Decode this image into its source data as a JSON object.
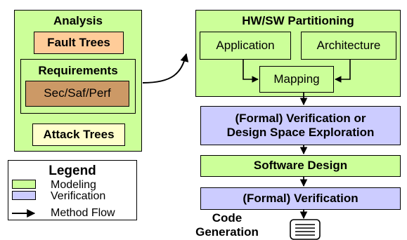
{
  "analysis": {
    "title": "Analysis",
    "fault_trees": "Fault Trees",
    "requirements": "Requirements",
    "sec_saf_perf": "Sec/Saf/Perf",
    "attack_trees": "Attack Trees"
  },
  "partitioning": {
    "title": "HW/SW Partitioning",
    "application": "Application",
    "architecture": "Architecture",
    "mapping": "Mapping"
  },
  "flow": {
    "verification_dse_line1": "(Formal) Verification or",
    "verification_dse_line2": "Design Space Exploration",
    "software_design": "Software Design",
    "formal_verification": "(Formal) Verification",
    "code_generation_line1": "Code",
    "code_generation_line2": "Generation"
  },
  "legend": {
    "title": "Legend",
    "items": [
      {
        "label": "Modeling",
        "color": "#ccff99"
      },
      {
        "label": "Verification",
        "color": "#ccccff"
      },
      {
        "label": "Method Flow"
      }
    ]
  },
  "colors": {
    "modeling": "#ccff99",
    "verification": "#ccccff",
    "fault_trees": "#ffcc99",
    "sec_saf_perf": "#cc9966",
    "attack_trees": "#ffffcc"
  },
  "icons": {
    "code_generation": "document-icon"
  }
}
